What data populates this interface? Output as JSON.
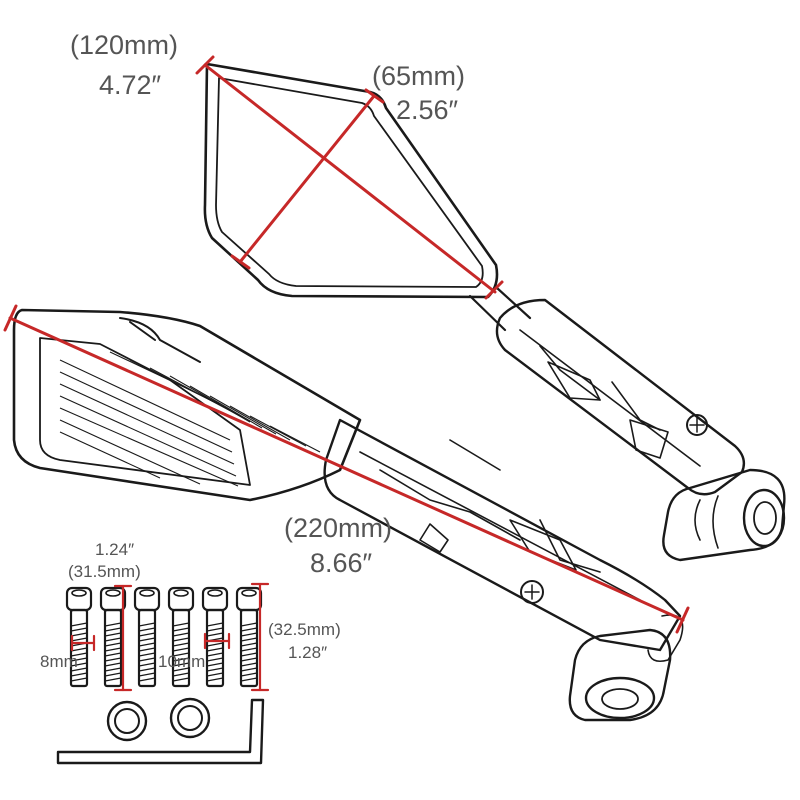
{
  "colors": {
    "dimension_line": "#c62828",
    "label_text": "#555555",
    "line_art": "#1a1a1a",
    "background": "#ffffff"
  },
  "dimensions": {
    "mirror_width_mm": "(120mm)",
    "mirror_width_in": "4.72″",
    "mirror_height_mm": "(65mm)",
    "mirror_height_in": "2.56″",
    "total_length_mm": "(220mm)",
    "total_length_in": "8.66″",
    "short_bolt_in": "1.24″",
    "short_bolt_mm": "(31.5mm)",
    "long_bolt_mm": "(32.5mm)",
    "long_bolt_in": "1.28″",
    "thread_small": "8mm",
    "thread_large": "10mm"
  },
  "parts": {
    "mirrors": [
      "mirror-top",
      "mirror-bottom"
    ],
    "bolt_count": 6,
    "washer_count": 2,
    "allen_key_count": 1
  }
}
